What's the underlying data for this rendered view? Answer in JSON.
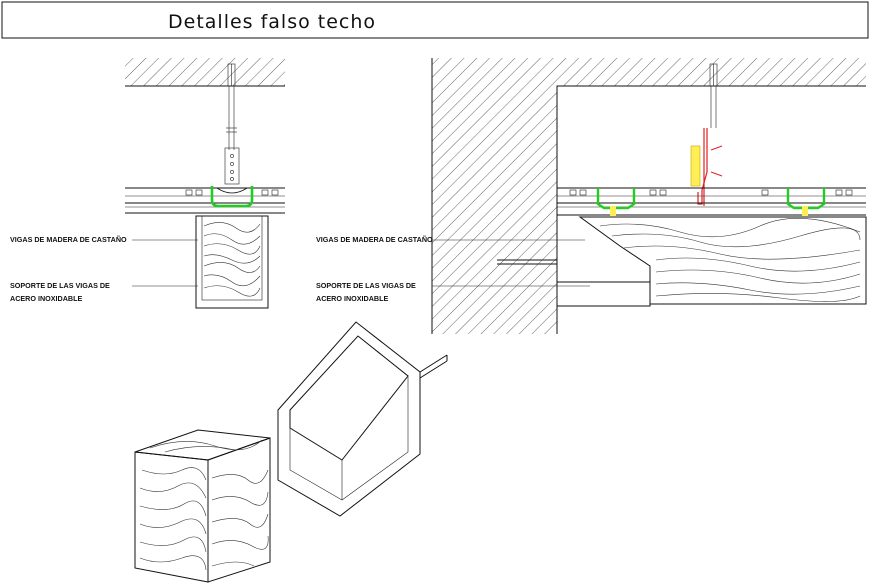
{
  "title": "Detalles falso techo",
  "labels": {
    "left_beam": "VIGAS DE MADERA DE CASTAÑO",
    "left_support_1": "SOPORTE DE LAS VIGAS DE",
    "left_support_2": "ACERO INOXIDABLE",
    "right_beam": "VIGAS DE MADERA DE CASTAÑO",
    "right_support_1": "SOPORTE DE LAS VIGAS DE",
    "right_support_2": "ACERO INOXIDABLE"
  },
  "colors": {
    "line": "#111111",
    "clip_green": "#22cc22",
    "rod_red": "#dd2222",
    "spring_yellow": "#ffee55"
  }
}
